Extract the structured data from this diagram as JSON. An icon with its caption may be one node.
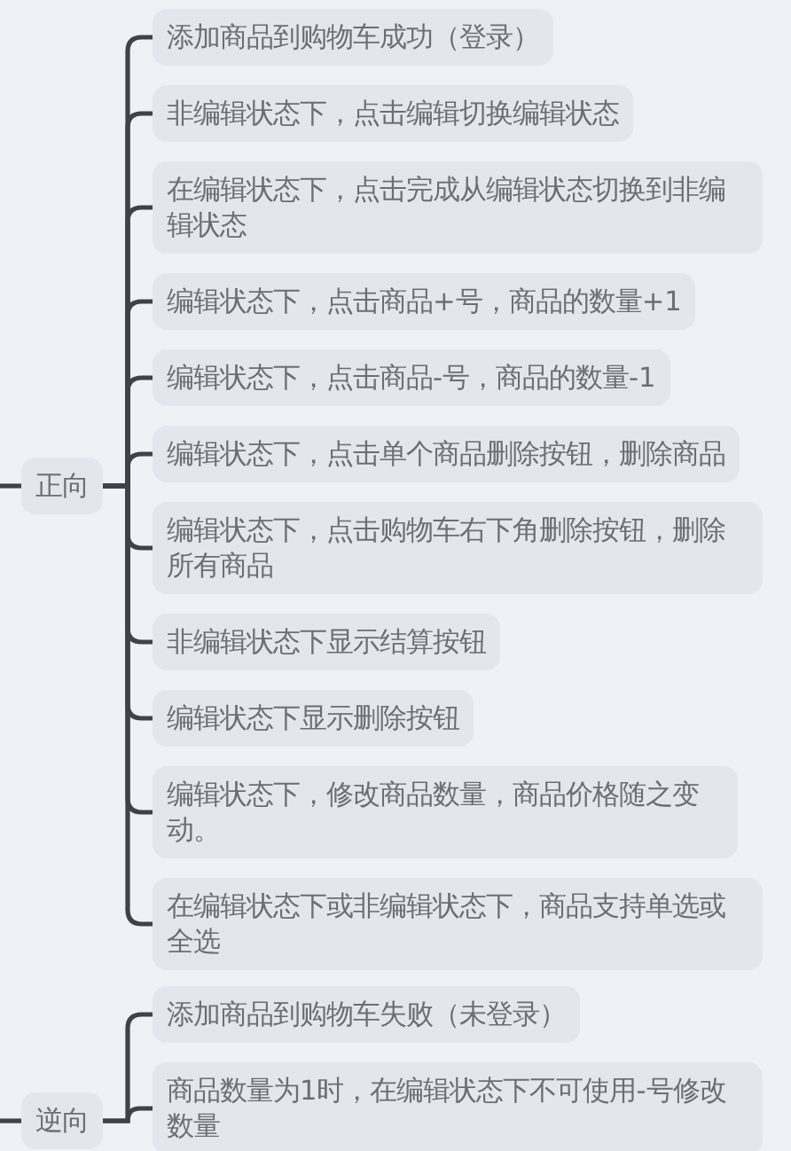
{
  "diagram": {
    "nodes": [
      {
        "text": [
          "正向"
        ]
      },
      {
        "text": [
          "添加商品到购物车成功（登录）"
        ]
      },
      {
        "text": [
          "非编辑状态下，点击编辑切换编辑状态"
        ]
      },
      {
        "text": [
          "在编辑状态下，点击完成从编辑状态切换到非编辑状态"
        ]
      },
      {
        "text": [
          "编辑状态下，点击商品+号，商品的数量+1"
        ]
      },
      {
        "text": [
          "编辑状态下，点击商品-号，商品的数量-1"
        ]
      },
      {
        "text": [
          "编辑状态下，点击单个商品删除按钮，删除商品"
        ]
      },
      {
        "text": [
          "编辑状态下，点击购物车右下角删除按钮，删除所有商品"
        ]
      },
      {
        "text": [
          "非编辑状态下显示结算按钮"
        ]
      },
      {
        "text": [
          "编辑状态下显示删除按钮"
        ]
      },
      {
        "text": [
          "编辑状态下，修改商品数量，商品价格随之变动。"
        ]
      },
      {
        "text": [
          "在编辑状态下或非编辑状态下，商品支持单选或全选"
        ]
      },
      {
        "text": [
          "逆向"
        ]
      },
      {
        "text": [
          "添加商品到购物车失败（未登录）"
        ]
      },
      {
        "text": [
          "商品数量为1时，在编辑状态下不可使用-号修改数量"
        ]
      }
    ],
    "edges": [
      {
        "from": null,
        "to": 0,
        "arrow": "none"
      },
      {
        "from": 0,
        "to": 1,
        "arrow": "none"
      },
      {
        "from": 0,
        "to": 2,
        "arrow": "none"
      },
      {
        "from": 0,
        "to": 3,
        "arrow": "none"
      },
      {
        "from": 0,
        "to": 4,
        "arrow": "none"
      },
      {
        "from": 0,
        "to": 5,
        "arrow": "none"
      },
      {
        "from": 0,
        "to": 6,
        "arrow": "none"
      },
      {
        "from": 0,
        "to": 7,
        "arrow": "none"
      },
      {
        "from": 0,
        "to": 8,
        "arrow": "none"
      },
      {
        "from": 0,
        "to": 9,
        "arrow": "none"
      },
      {
        "from": 0,
        "to": 10,
        "arrow": "none"
      },
      {
        "from": 0,
        "to": 11,
        "arrow": "none"
      },
      {
        "from": null,
        "to": 12,
        "arrow": "none"
      },
      {
        "from": 12,
        "to": 13,
        "arrow": "none"
      },
      {
        "from": 12,
        "to": 14,
        "arrow": "none"
      }
    ]
  }
}
